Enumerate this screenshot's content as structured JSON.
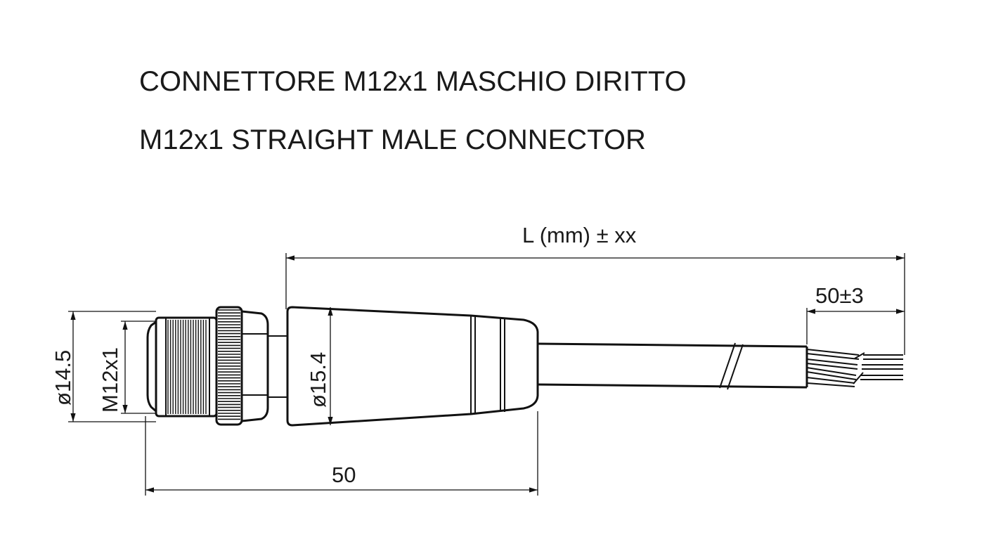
{
  "title": {
    "line1": "CONNETTORE M12x1 MASCHIO DIRITTO",
    "line2": "M12x1 STRAIGHT MALE CONNECTOR"
  },
  "dimensions": {
    "cable_length": "L (mm) ± xx",
    "strip_length": "50±3",
    "thread_outer_diameter": "ø14.5",
    "thread_spec": "M12x1",
    "body_diameter": "ø15.4",
    "connector_length": "50"
  }
}
